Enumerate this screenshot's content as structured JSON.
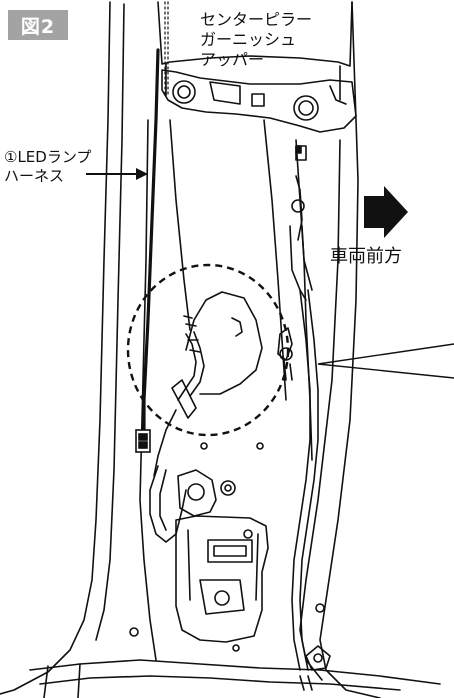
{
  "figure": {
    "badge": "図2",
    "labels": {
      "garnish": [
        "センターピラー",
        "ガーニッシュ",
        "アッパー"
      ],
      "harness": [
        "①LEDランプ",
        "ハーネス"
      ],
      "direction": "車両前方"
    }
  },
  "colors": {
    "badge_bg": "#a3a3a3",
    "line": "#111111",
    "background": "#ffffff"
  },
  "icons": {
    "direction_arrow": "right-arrow-icon"
  }
}
